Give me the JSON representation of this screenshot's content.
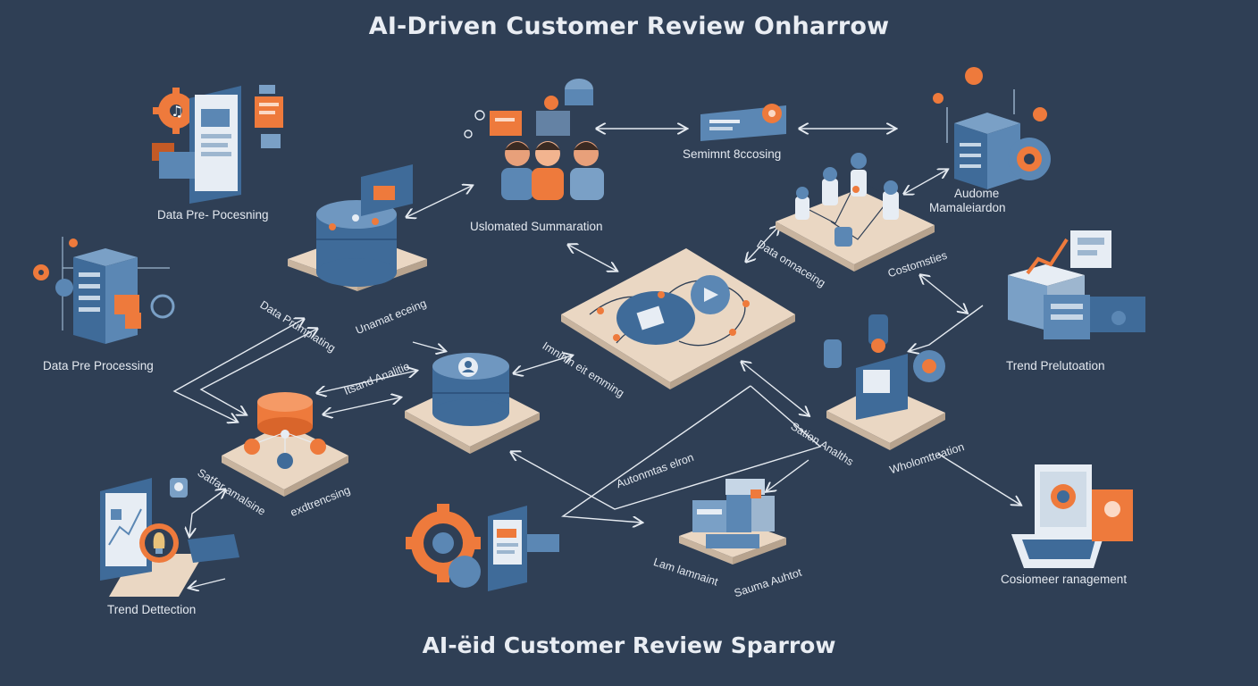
{
  "title_top": "AI-Driven Customer Review Onharrow",
  "title_bottom": "AI-ëid Customer Review Sparrow",
  "colors": {
    "background": "#2f3f55",
    "accent_orange": "#ee7a3c",
    "accent_blue": "#5b87b4",
    "platform": "#ead7c3",
    "arrow": "#e6ebf1"
  },
  "labels": {
    "data_pre_pocesning": "Data Pre- Pocesning",
    "data_pre_processing": "Data Pre Processing",
    "trend_detection": "Trend Dettection",
    "data_prumplating": "Data Prumplating",
    "unamat_eceing": "Unamat eceing",
    "itsand_analitie": "Itsand Analitie",
    "uslomated_summaration": "Uslomated Summaration",
    "semimnt_processing": "Semimnt 8ccosing",
    "auodne_mamaleiardon": [
      "Audome",
      "Mamaleiardon"
    ],
    "data_onnaceing": "Data onnaceing",
    "costomsties": "Costomsties",
    "trend_prelutoation": "Trend Prelutoation",
    "imnihin_eit_emming": "Imnihin eit emming",
    "sation_analths": "Sation Analths",
    "whatomtteation": "Wholomtteation",
    "satfar_amalsine": "Satfar amalsine",
    "exdtrencsing": "exdtrencsing",
    "autonmtas_elron": "Autonmtas elron",
    "lam_lamnaint": "Lam lamnaint",
    "sauma_auhtot": "Sauma Auhtot",
    "costomeer_management": "Cosiomeer ranagement"
  },
  "icons": [
    "gear-document-icon",
    "server-rack-icon",
    "lightbulb-monitor-icon",
    "people-group-icon",
    "database-cylinder-icon",
    "data-platform-icon",
    "network-platform-icon",
    "sentiment-card-icon",
    "server-gear-icon",
    "nodes-platform-icon",
    "analytics-monitor-icon",
    "chart-boxes-icon",
    "laptop-dashboard-icon",
    "gear-dashboard-icon",
    "cube-stack-icon"
  ]
}
